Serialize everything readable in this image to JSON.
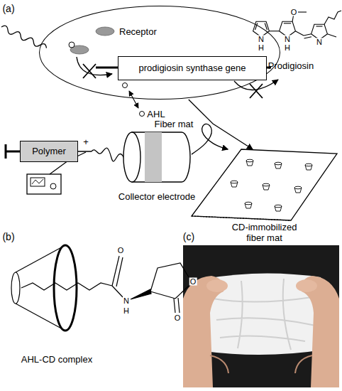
{
  "diagram": {
    "nodes": [
      {
        "text": [
          "Receptor"
        ]
      },
      {
        "text": [
          "prodigiosin synthase gene"
        ],
        "in": 0
      },
      {
        "text": [
          "Polymer"
        ]
      },
      {
        "text": [
          "Collector electrode"
        ]
      },
      {
        "text": [
          "CD-immobilized fiber mat"
        ]
      }
    ],
    "edges": [
      {
        "from": 0,
        "to": 4,
        "arrow": "to"
      },
      {
        "from": 3,
        "to": 4,
        "arrow": "to"
      }
    ],
    "labels": [
      "(a)",
      "O",
      "N",
      "H",
      "N",
      "H",
      "N",
      "Prodigiosin",
      "AHL",
      "Fiber mat",
      "+",
      "(b)",
      "O",
      "N",
      "H",
      "O",
      "O",
      "AHL-CD complex",
      "(c)"
    ]
  }
}
